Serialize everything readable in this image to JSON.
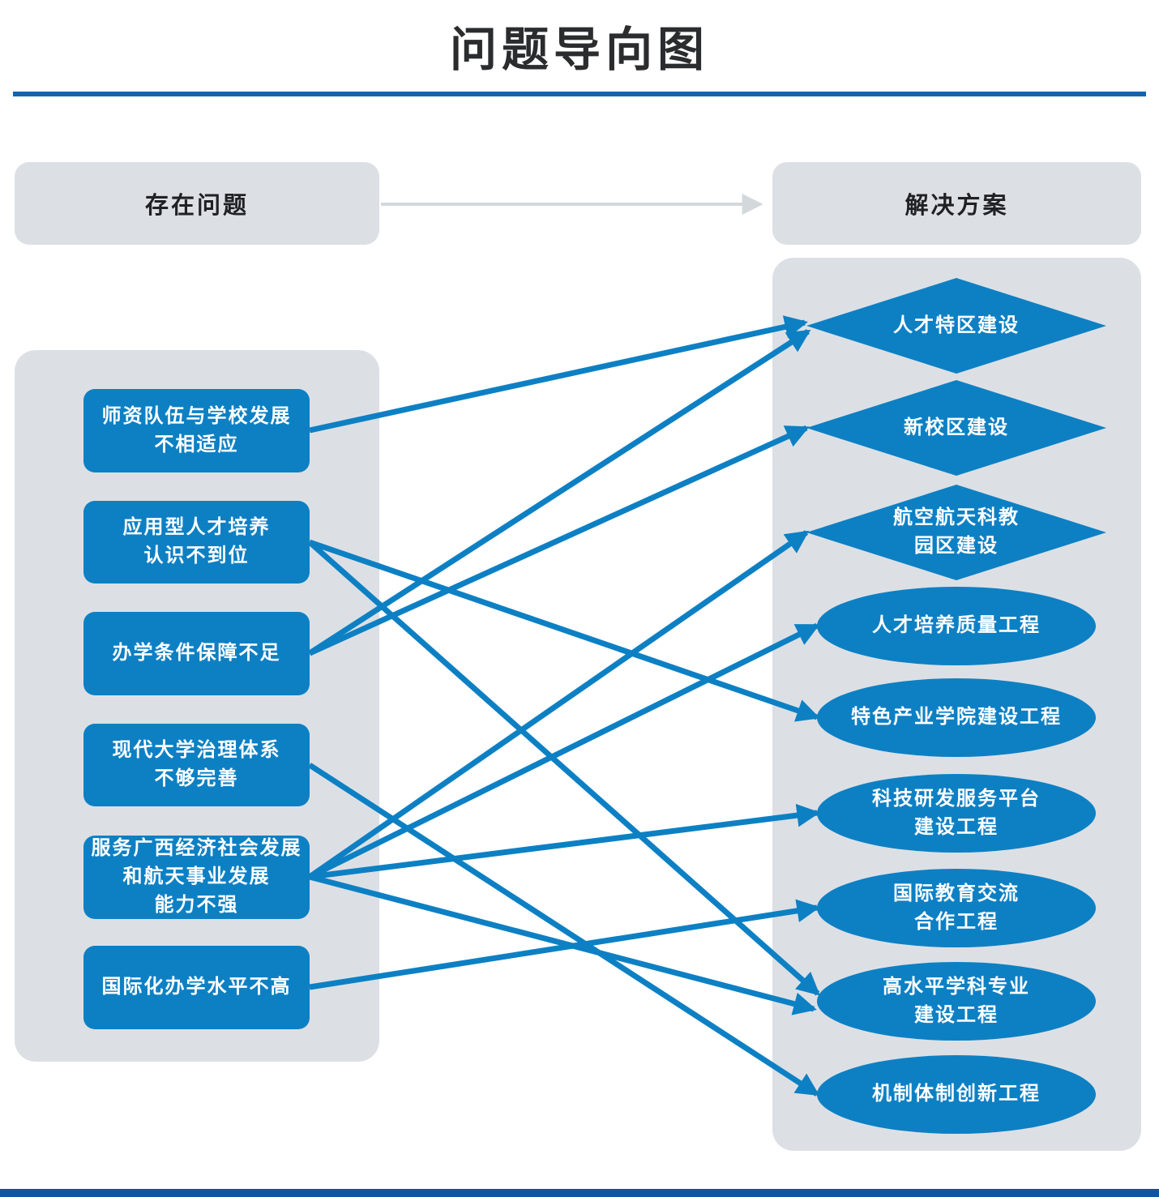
{
  "title": "问题导向图",
  "headers": {
    "problems": "存在问题",
    "solutions": "解决方案"
  },
  "problems": [
    {
      "label": "师资队伍与学校发展\n不相适应"
    },
    {
      "label": "应用型人才培养\n认识不到位"
    },
    {
      "label": "办学条件保障不足"
    },
    {
      "label": "现代大学治理体系\n不够完善"
    },
    {
      "label": "服务广西经济社会发展\n和航天事业发展\n能力不强"
    },
    {
      "label": "国际化办学水平不高"
    }
  ],
  "solutions": [
    {
      "label": "人才特区建设",
      "shape": "diamond"
    },
    {
      "label": "新校区建设",
      "shape": "diamond"
    },
    {
      "label": "航空航天科教\n园区建设",
      "shape": "diamond"
    },
    {
      "label": "人才培养质量工程",
      "shape": "ellipse"
    },
    {
      "label": "特色产业学院建设工程",
      "shape": "ellipse"
    },
    {
      "label": "科技研发服务平台\n建设工程",
      "shape": "ellipse"
    },
    {
      "label": "国际教育交流\n合作工程",
      "shape": "ellipse"
    },
    {
      "label": "高水平学科专业\n建设工程",
      "shape": "ellipse"
    },
    {
      "label": "机制体制创新工程",
      "shape": "ellipse"
    }
  ],
  "connections": [
    {
      "from": 0,
      "to": 0
    },
    {
      "from": 1,
      "to": 4
    },
    {
      "from": 1,
      "to": 7
    },
    {
      "from": 2,
      "to": 0
    },
    {
      "from": 2,
      "to": 1
    },
    {
      "from": 3,
      "to": 8
    },
    {
      "from": 4,
      "to": 2
    },
    {
      "from": 4,
      "to": 3
    },
    {
      "from": 4,
      "to": 5
    },
    {
      "from": 4,
      "to": 7
    },
    {
      "from": 5,
      "to": 6
    }
  ],
  "colors": {
    "node_blue": "#0d80c4",
    "panel_gray": "#dce0e5",
    "title_underline": "#1463ae",
    "bottom_bar": "#0e55a4",
    "header_arrow_gray": "#d3d8dc",
    "text_dark": "#2b2c2e",
    "node_text": "#ffffff"
  }
}
